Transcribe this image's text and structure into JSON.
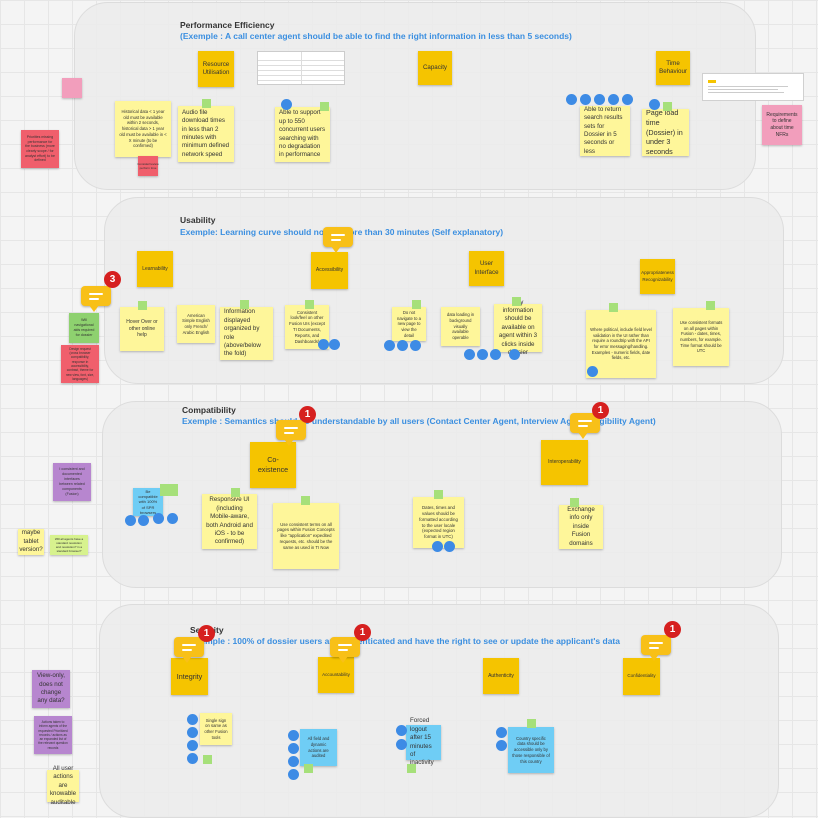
{
  "sections": {
    "performance": {
      "title": "Performance Efficiency",
      "subtitle": "(Exemple : A call center agent should be able to find the right information in less than 5 seconds)"
    },
    "usability": {
      "title": "Usability",
      "subtitle": "Exemple: Learning curve should not be more than 30 minutes (Self explanatory)"
    },
    "compatibility": {
      "title": "Compatibility",
      "subtitle": "Exemple : Semantics should be understandable by all users (Contact Center Agent, Interview Agent, Eligibility Agent)"
    },
    "security": {
      "title": "Security",
      "subtitle": "Exemple : 100% of dossier users are authenticated and have the right to see or update the applicant's data"
    }
  },
  "notes": {
    "perf_resource": "Resource Utilisation",
    "perf_capacity": "Capacity",
    "perf_time": "Time Behaviour",
    "perf_historical": "Historical data < 1 year old must be available within 2 seconds, historical data > 1 year old must be available in < X minute (to be confirmed)",
    "perf_audio": "Audio file download times in less than 2 minutes with minimum defined network speed",
    "perf_support": "Able to support up to 550 concurrent users searching with no degradation in performance",
    "perf_search": "Able to return search results sets for Dossier in 5 seconds or less",
    "perf_pageload": "Page load time (Dossier) in under 3 seconds",
    "perf_requirements": "Requirements to define about time NFRs",
    "perf_red1": "Priorities missing performance for the business (more clearly scope / for analyst effort) to be defined",
    "perf_red2": "Consider/review perform time",
    "us_learnability": "Learnability",
    "us_accessibility": "Accessibility",
    "us_ui": "User Interface",
    "us_appropriateness": "Appropriateness Recognizability",
    "us_green": "Will navigational aids required for dossier",
    "us_red": "Design request (cross browser compatibility, response in accessibility, contrast, theme for new view, font, size, languages)",
    "us_hover": "Hover Over or other online help",
    "us_english": "American Simple English only French/ Arabic English",
    "us_info": "Information displayed organized by role (above/below the fold)",
    "us_consistent": "Consistent look/feel on other Fusion UIs (except TI Documents, Reports, and Dashboards)",
    "us_navigate": "Do not navigate to a new page to view the detail",
    "us_background": "data loading in background visually available operable",
    "us_anyinfo": "Any information should be available on agent within 3 clicks inside dossier",
    "us_political": "Where political, include field level validation in the UI rather than require a roundtrip with the API for error messaging/handling. Examples - numeric fields, date fields, etc.",
    "us_formats": "Use consistent formats on all pages within Fusion - dates, times, numbers, for example. Time format should be UTC",
    "comp_coexistence": "Co-existence",
    "comp_interop": "Interoperability",
    "comp_purple": "I consistent and documented interfaces between related components (Fusion)",
    "comp_maybe": "maybe tablet version?",
    "comp_lightgreen": "Will all agents have a standard resolution and resolution? in a standard browser?",
    "comp_browsers": "Be compatible with 100% of SPR browsers",
    "comp_responsive": "Responsive UI (including Mobile-aware, both Android and iOS - to be confirmed)",
    "comp_terms": "Use consistent terms on all pages within Fusion Concepts like \"application\" expedited requests, etc. should be the same as used in TI Now",
    "comp_dates": "Dates, times and values should be formatted according to the user locale (expected region format in UTC)",
    "comp_exchange": "Exchange info only inside Fusion domains",
    "sec_integrity": "Integrity",
    "sec_accountability": "Accountability",
    "sec_authenticity": "Authenticity",
    "sec_confidentiality": "Confidentiality",
    "sec_viewonly": "View-only, does not change any data?",
    "sec_purple2": "Actions taken to inform agents of the requested Prioritized records / actions as an expanded list of the relevant question records",
    "sec_allactions": "All user actions are knowable auditable",
    "sec_singlesignon": "Single sign on same as other Fusion tools",
    "sec_alltasks": "All field and dynamic actions are audited",
    "sec_forced": "Forced logout after 15 minutes of inactivity",
    "sec_country": "Country specific data should be accessible only by those responsible of this country"
  },
  "comments": {
    "usability_count": "3",
    "one": "1"
  },
  "colors": {
    "section_bg": "#ececec",
    "title_blue": "#3b8fe0",
    "sticky_yellow": "#fef69a",
    "sticky_orange": "#f5c400",
    "sticky_blue": "#6fcdf5",
    "comment_badge": "#d6201f",
    "dot_blue": "#3d8be5"
  }
}
